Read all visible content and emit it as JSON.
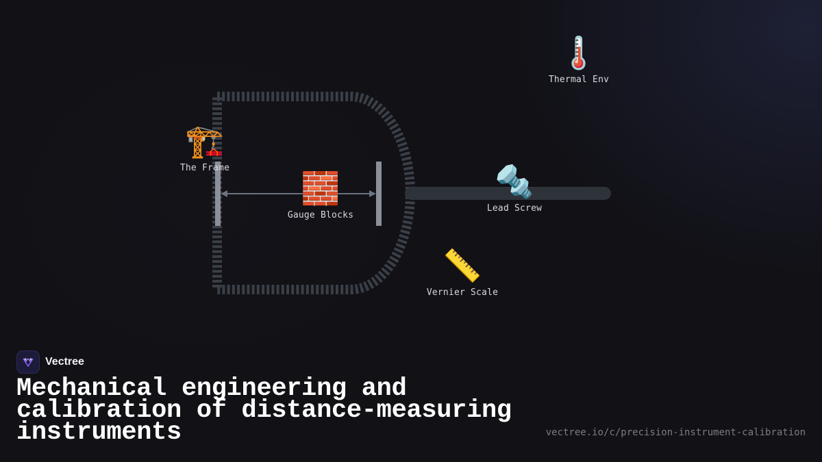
{
  "diagram": {
    "nodes": [
      {
        "id": "frame",
        "label": "The Frame",
        "icon": "construction-crane-icon",
        "glyph": "🏗️"
      },
      {
        "id": "gauge",
        "label": "Gauge Blocks",
        "icon": "brick-icon",
        "glyph": "🧱"
      },
      {
        "id": "thermal",
        "label": "Thermal Env",
        "icon": "thermometer-icon",
        "glyph": "🌡️"
      },
      {
        "id": "screw",
        "label": "Lead Screw",
        "icon": "nut-and-bolt-icon",
        "glyph": "🔩"
      },
      {
        "id": "vernier",
        "label": "Vernier Scale",
        "icon": "ruler-icon",
        "glyph": "📏"
      }
    ]
  },
  "brand": {
    "name": "Vectree",
    "icon": "vectree-logo-icon",
    "accent": "#8b5cf6"
  },
  "headline": "Mechanical engineering and calibration of distance-measuring instruments",
  "url": "vectree.io/c/precision-instrument-calibration",
  "colors": {
    "background": "#111116",
    "frame": "#3a3f47",
    "jaw": "#8a8f99",
    "arrow": "#6b7280",
    "screw": "#2e333a"
  }
}
